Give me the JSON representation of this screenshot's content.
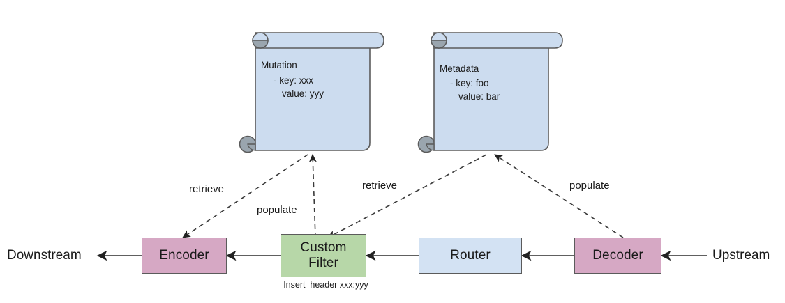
{
  "diagram": {
    "title": "Envoy filter chain with mutation and metadata notes",
    "colors": {
      "pink": "#d6a8c4",
      "green": "#b7d7a8",
      "blue": "#d3e2f3",
      "note_fill": "#ccdcef",
      "note_curl": "#9aa5ae",
      "stroke": "#5b5b5b",
      "arrow": "#333333",
      "background": "#ffffff"
    },
    "notes": [
      {
        "id": "mutation-note",
        "name": "mutation-note",
        "title": "Mutation",
        "line2": "- key: xxx",
        "line3": "value: yyy"
      },
      {
        "id": "metadata-note",
        "name": "metadata-note",
        "title": "Metadata",
        "line2": "- key: foo",
        "line3": "value: bar"
      }
    ],
    "nodes": [
      {
        "id": "encoder",
        "label": "Encoder",
        "color_key": "pink"
      },
      {
        "id": "custom-filter",
        "label": "Custom\nFilter",
        "label_line1": "Custom",
        "label_line2": "Filter",
        "color_key": "green"
      },
      {
        "id": "router",
        "label": "Router",
        "color_key": "blue"
      },
      {
        "id": "decoder",
        "label": "Decoder",
        "color_key": "pink"
      }
    ],
    "endpoints": [
      {
        "id": "downstream",
        "label": "Downstream"
      },
      {
        "id": "upstream",
        "label": "Upstream"
      }
    ],
    "edge_labels": [
      {
        "id": "retrieve-encoder",
        "label": "retrieve"
      },
      {
        "id": "populate-filter",
        "label": "populate"
      },
      {
        "id": "retrieve-filter",
        "label": "retrieve"
      },
      {
        "id": "populate-decoder",
        "label": "populate"
      }
    ],
    "captions": [
      {
        "id": "filter-insert-header",
        "text": "Insert  header xxx:yyy"
      }
    ]
  }
}
